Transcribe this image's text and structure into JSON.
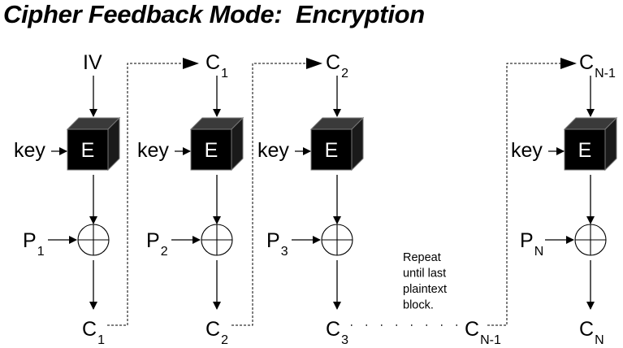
{
  "title": "Cipher Feedback Mode:  Encryption",
  "columns": [
    {
      "input": {
        "main": "IV",
        "sub": ""
      },
      "key": "key",
      "block": "E",
      "plaintext": {
        "main": "P",
        "sub": "1"
      },
      "output": {
        "main": "C",
        "sub": "1"
      }
    },
    {
      "input": {
        "main": "C",
        "sub": "1"
      },
      "key": "key",
      "block": "E",
      "plaintext": {
        "main": "P",
        "sub": "2"
      },
      "output": {
        "main": "C",
        "sub": "2"
      }
    },
    {
      "input": {
        "main": "C",
        "sub": "2"
      },
      "key": "key",
      "block": "E",
      "plaintext": {
        "main": "P",
        "sub": "3"
      },
      "output": {
        "main": "C",
        "sub": "3"
      }
    },
    {
      "input": {
        "main": "C",
        "sub": "N-1"
      },
      "key": "key",
      "block": "E",
      "plaintext": {
        "main": "P",
        "sub": "N"
      },
      "output": {
        "main": "C",
        "sub": "N"
      }
    }
  ],
  "gap_output": {
    "main": "C",
    "sub": "N-1"
  },
  "note": [
    "Repeat",
    "until last",
    "plaintext",
    "block."
  ]
}
